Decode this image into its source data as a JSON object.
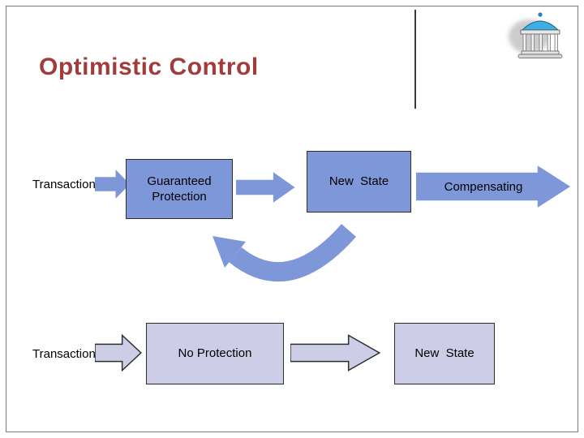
{
  "title": "Optimistic Control",
  "top_flow": {
    "source_label": "Transaction",
    "protection_box": "Guaranteed\nProtection",
    "state_box": "New  State",
    "compensating_arrow_label": "Compensating"
  },
  "bottom_flow": {
    "source_label": "Transaction",
    "protection_box": "No Protection",
    "state_box": "New  State"
  },
  "icons": {
    "logo": "old-well-gazebo-logo"
  },
  "colors": {
    "title_text": "#A23C3C",
    "blue_fill": "#7E97D8",
    "lavender_fill": "#CDCDE8",
    "box_border": "#2E2E2E"
  }
}
